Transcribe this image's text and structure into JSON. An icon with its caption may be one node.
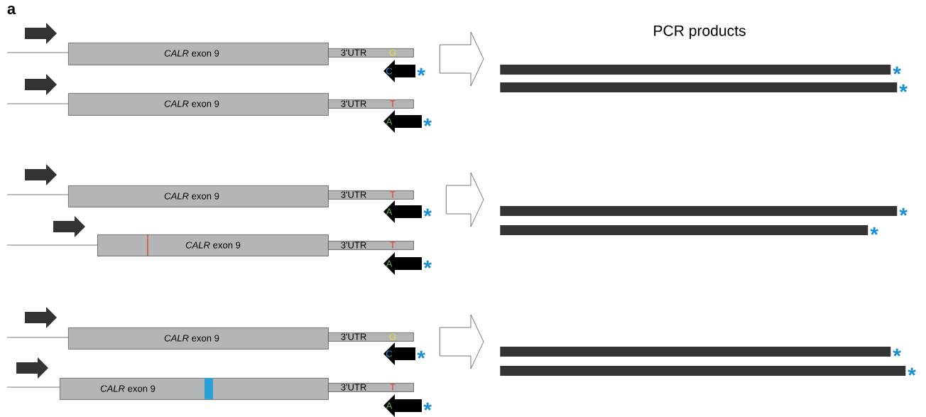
{
  "diagram": {
    "title": "PCR products",
    "nodes": [
      {
        "text": [],
        "shape": "arrow"
      },
      {
        "text": [
          "*CALR* exon 9"
        ]
      },
      {
        "text": [
          "3'UTR",
          "G"
        ]
      },
      {
        "text": [
          "C"
        ],
        "beside": [
          "*"
        ]
      },
      {
        "text": [],
        "shape": "arrow"
      },
      {
        "text": [
          "*CALR* exon 9"
        ]
      },
      {
        "text": [
          "3'UTR",
          "T"
        ]
      },
      {
        "text": [
          "A"
        ],
        "beside": [
          "*"
        ]
      },
      {
        "text": [],
        "shape": "arrow"
      },
      {
        "text": [
          "*CALR* exon 9"
        ]
      },
      {
        "text": [
          "3'UTR",
          "T"
        ]
      },
      {
        "text": [
          "A"
        ],
        "beside": [
          "*"
        ]
      },
      {
        "text": [],
        "shape": "arrow"
      },
      {
        "text": [
          "*CALR* exon 9"
        ]
      },
      {
        "text": [
          "3'UTR",
          "T"
        ]
      },
      {
        "text": [
          "A"
        ],
        "beside": [
          "*"
        ]
      },
      {
        "text": [],
        "shape": "arrow"
      },
      {
        "text": [
          "*CALR* exon 9"
        ]
      },
      {
        "text": [
          "3'UTR",
          "G"
        ]
      },
      {
        "text": [
          "C"
        ],
        "beside": [
          "*"
        ]
      },
      {
        "text": [],
        "shape": "arrow"
      },
      {
        "text": [
          "*CALR* exon 9"
        ]
      },
      {
        "text": [
          "3'UTR",
          "T"
        ]
      },
      {
        "text": [
          "A"
        ],
        "beside": [
          "*"
        ]
      },
      {
        "text": [],
        "shape": "bar",
        "beside": [
          "*"
        ]
      },
      {
        "text": [],
        "shape": "bar",
        "beside": [
          "*"
        ]
      },
      {
        "text": [],
        "shape": "bar",
        "beside": [
          "*"
        ]
      },
      {
        "text": [],
        "shape": "bar",
        "beside": [
          "*"
        ]
      },
      {
        "text": [],
        "shape": "bar",
        "beside": [
          "*"
        ]
      },
      {
        "text": [],
        "shape": "bar",
        "beside": [
          "*"
        ]
      }
    ],
    "edges": [
      {
        "from": 3,
        "to": 24,
        "arrow": "to"
      },
      {
        "from": 11,
        "to": 26,
        "arrow": "to"
      },
      {
        "from": 19,
        "to": 28,
        "arrow": "to"
      }
    ],
    "labels": [
      "a"
    ]
  }
}
